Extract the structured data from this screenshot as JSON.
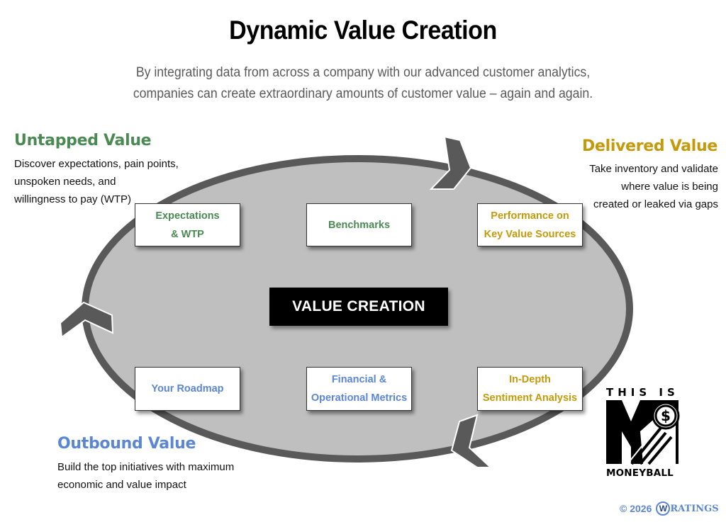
{
  "header": {
    "title": "Dynamic Value Creation",
    "subtitle_lines": [
      "By integrating data from across a company with our advanced customer analytics,",
      "companies can create extraordinary amounts of customer value – again and again."
    ]
  },
  "corners": {
    "untapped": {
      "title": "Untapped Value",
      "lines": [
        "Discover expectations, pain points,",
        "unspoken needs, and",
        "willingness to pay (WTP)"
      ]
    },
    "delivered": {
      "title": "Delivered Value",
      "lines": [
        "Take inventory and validate",
        "where value is being",
        "created or leaked via gaps"
      ]
    },
    "outbound": {
      "title": "Outbound Value",
      "lines": [
        "Build the top initiatives with maximum",
        "economic and value impact"
      ]
    }
  },
  "center": {
    "label": "VALUE CREATION"
  },
  "boxes": {
    "expectations": [
      "Expectations",
      "& WTP"
    ],
    "benchmarks": [
      "Benchmarks"
    ],
    "performance": [
      "Performance on",
      "Key Value Sources"
    ],
    "roadmap": [
      "Your Roadmap"
    ],
    "financial": [
      "Financial &",
      "Operational Metrics"
    ],
    "sentiment": [
      "In-Depth",
      "Sentiment Analysis"
    ]
  },
  "colors": {
    "untapped": "#4a8a52",
    "delivered": "#c49a0a",
    "outbound": "#5b86d4",
    "ellipse_fill": "#bfbfbf",
    "ellipse_stroke": "#595959"
  },
  "logo": {
    "top_text": "THIS IS",
    "bottom_text": "MONEYBALL",
    "icon": "dollar-coin-icon"
  },
  "footer": {
    "copyright": "© 2026",
    "brand": "RATINGS",
    "brand_mark": "W"
  }
}
